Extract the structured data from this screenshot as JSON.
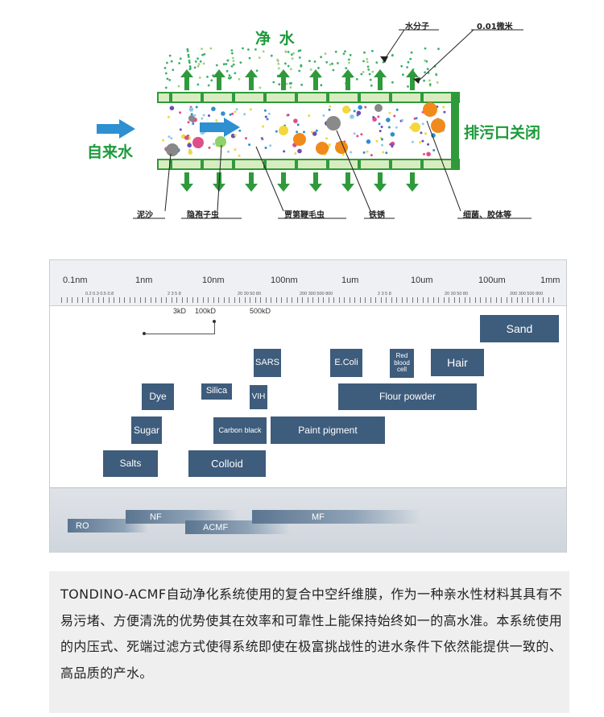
{
  "membrane_diagram": {
    "clean_water_label": "净 水",
    "inlet_label": "自来水",
    "outlet_label": "排污口关闭",
    "callouts": {
      "water_molecule": "水分子",
      "pore_size": "0.01微米",
      "sediment": "泥沙",
      "cryptosporidium": "隐孢子虫",
      "giardia": "贾第鞭毛虫",
      "rust": "铁锈",
      "bacteria_colloid": "细菌、胶体等"
    },
    "colors": {
      "membrane_green": "#2f9a3c",
      "membrane_fill": "#d8ecc0",
      "arrow_blue": "#2e8fd1",
      "label_green": "#1e9a3c"
    }
  },
  "scale_chart": {
    "major_labels": [
      "0.1nm",
      "1nm",
      "10nm",
      "100nm",
      "1um",
      "10um",
      "100um",
      "1mm"
    ],
    "minor_groups": [
      "0.2 0.3  0.5 0.8",
      "2  3  5 8",
      "20 30 50 80",
      "200 300 500 800",
      "2  3  5  8",
      "20 30 50 80",
      "200 300 500 800"
    ],
    "kd_labels": {
      "kd3": "3kD",
      "kd100": "100kD",
      "kd500": "500kD"
    },
    "particles": [
      {
        "name": "Sand"
      },
      {
        "name": "Red blood cell"
      },
      {
        "name": "SARS"
      },
      {
        "name": "E.Coli"
      },
      {
        "name": "Hair"
      },
      {
        "name": "Dye"
      },
      {
        "name": "Silica"
      },
      {
        "name": "VIH"
      },
      {
        "name": "Flour powder"
      },
      {
        "name": "Sugar"
      },
      {
        "name": "Carbon black"
      },
      {
        "name": "Paint pigment"
      },
      {
        "name": "Salts"
      },
      {
        "name": "Colloid"
      }
    ],
    "filters": {
      "ro": "RO",
      "nf": "NF",
      "acmf": "ACMF",
      "mf": "MF"
    },
    "colors": {
      "box": "#3e5c7c",
      "band": "#d5dae0"
    }
  },
  "description": "TONDINO-ACMF自动净化系统使用的复合中空纤维膜，作为一种亲水性材料其具有不易污堵、方便清洗的优势使其在效率和可靠性上能保持始终如一的高水准。本系统使用的内压式、死端过滤方式使得系统即使在极富挑战性的进水条件下依然能提供一致的、高品质的产水。"
}
